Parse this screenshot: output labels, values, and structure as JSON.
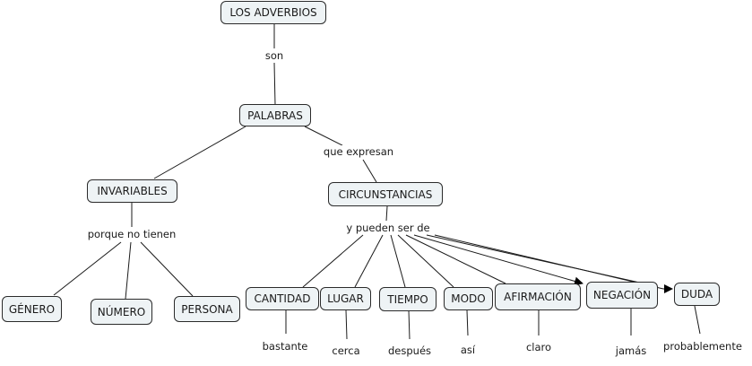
{
  "title": "LOS ADVERBIOS",
  "concepts": {
    "root": "LOS ADVERBIOS",
    "palabras": "PALABRAS",
    "invariables": "INVARIABLES",
    "circunstancias": "CIRCUNSTANCIAS",
    "genero": "GÉNERO",
    "numero": "NÚMERO",
    "persona": "PERSONA",
    "cantidad": "CANTIDAD",
    "lugar": "LUGAR",
    "tiempo": "TIEMPO",
    "modo": "MODO",
    "afirmacion": "AFIRMACIÓN",
    "negacion": "NEGACIÓN",
    "duda": "DUDA"
  },
  "linking_phrases": {
    "son": "son",
    "que_expresan": "que expresan",
    "porque_no_tienen": "porque no tienen",
    "y_pueden_ser_de": "y pueden ser de"
  },
  "examples": {
    "cantidad": "bastante",
    "lugar": "cerca",
    "tiempo": "después",
    "modo": "así",
    "afirmacion": "claro",
    "negacion": "jamás",
    "duda": "probablemente"
  },
  "colors": {
    "node_fill": "#eef3f5",
    "node_border": "#2b2b2b",
    "line": "#1a1a1a"
  }
}
